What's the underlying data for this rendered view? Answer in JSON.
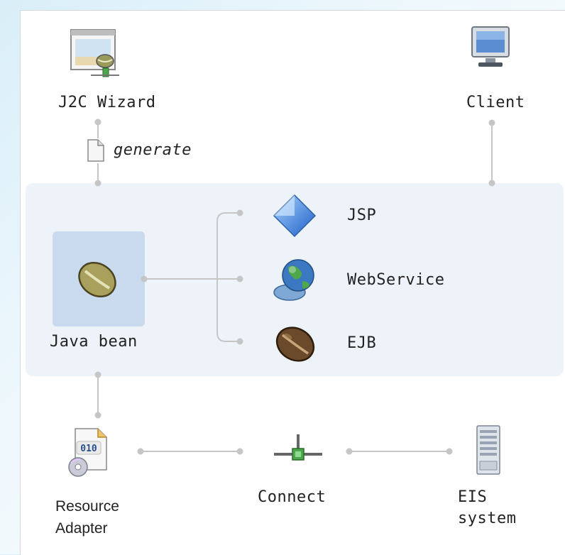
{
  "nodes": {
    "wizard": {
      "label": "J2C Wizard",
      "icon": "wizard-icon"
    },
    "client": {
      "label": "Client",
      "icon": "monitor-icon"
    },
    "generate": {
      "label": "generate",
      "icon": "document-icon"
    },
    "javabean": {
      "label": "Java bean",
      "icon": "bean-icon"
    },
    "jsp": {
      "label": "JSP",
      "icon": "diamond-icon"
    },
    "webservice": {
      "label": "WebService",
      "icon": "globe-icon"
    },
    "ejb": {
      "label": "EJB",
      "icon": "coffee-bean-icon"
    },
    "adapter": {
      "label_line1": "Resource",
      "label_line2": "Adapter",
      "icon": "binary-file-icon"
    },
    "connect": {
      "label": "Connect",
      "icon": "connector-icon"
    },
    "eis": {
      "label_line1": "EIS",
      "label_line2": "system",
      "icon": "server-icon"
    }
  },
  "colors": {
    "band": "#eef3fa",
    "tile": "#c9d9ee",
    "wire": "#c6c6c6",
    "text": "#222222"
  }
}
